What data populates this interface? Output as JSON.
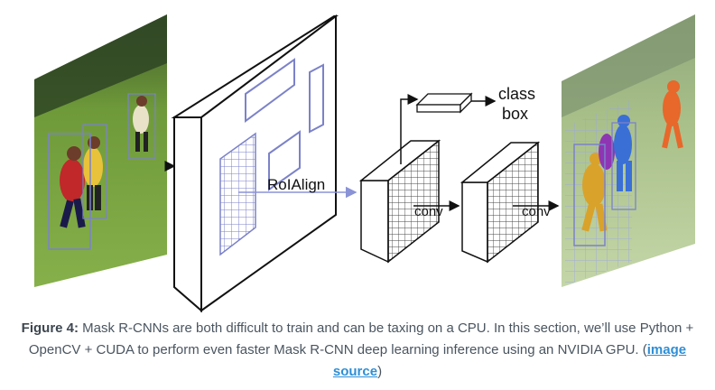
{
  "diagram": {
    "roialign_label": "RoIAlign",
    "class_label": "class",
    "box_label": "box",
    "conv_label_1": "conv",
    "conv_label_2": "conv"
  },
  "caption": {
    "figure_label": "Figure 4:",
    "text": " Mask R-CNNs are both difficult to train and can be taxing on a CPU. In this section, we’ll use Python + OpenCV + CUDA to perform even faster Mask R-CNN deep learning inference using an NVIDIA GPU. (",
    "link_text": "image source",
    "closing": ")"
  },
  "colors": {
    "rect_stroke": "#7b82c9",
    "arrow": "#8a93d6",
    "grass": "#6f9a3a",
    "link": "#2e8fd6"
  }
}
